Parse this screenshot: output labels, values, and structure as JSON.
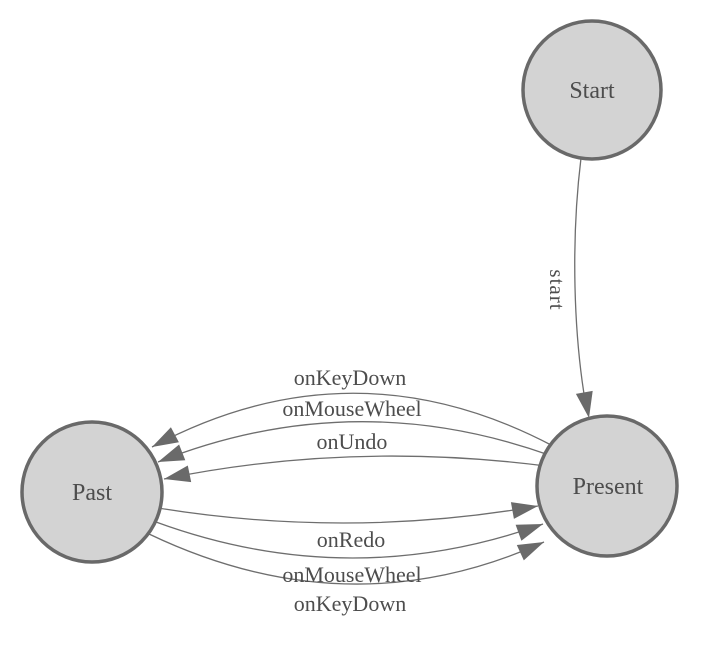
{
  "diagram": {
    "type": "state-machine",
    "colors": {
      "background": "#ffffff",
      "node_fill": "#d3d3d3",
      "node_stroke": "#696969",
      "edge_stroke": "#6e6e6e",
      "arrow_fill": "#6a6a6a",
      "label_text": "#4d4d4d"
    },
    "nodes": [
      {
        "id": "start",
        "label": "Start"
      },
      {
        "id": "present",
        "label": "Present"
      },
      {
        "id": "past",
        "label": "Past"
      }
    ],
    "edges": [
      {
        "from": "Start",
        "to": "Present",
        "label": "start"
      },
      {
        "from": "Present",
        "to": "Past",
        "label": "onKeyDown"
      },
      {
        "from": "Present",
        "to": "Past",
        "label": "onMouseWheel"
      },
      {
        "from": "Present",
        "to": "Past",
        "label": "onUndo"
      },
      {
        "from": "Past",
        "to": "Present",
        "label": "onRedo"
      },
      {
        "from": "Past",
        "to": "Present",
        "label": "onMouseWheel"
      },
      {
        "from": "Past",
        "to": "Present",
        "label": "onKeyDown"
      }
    ]
  }
}
